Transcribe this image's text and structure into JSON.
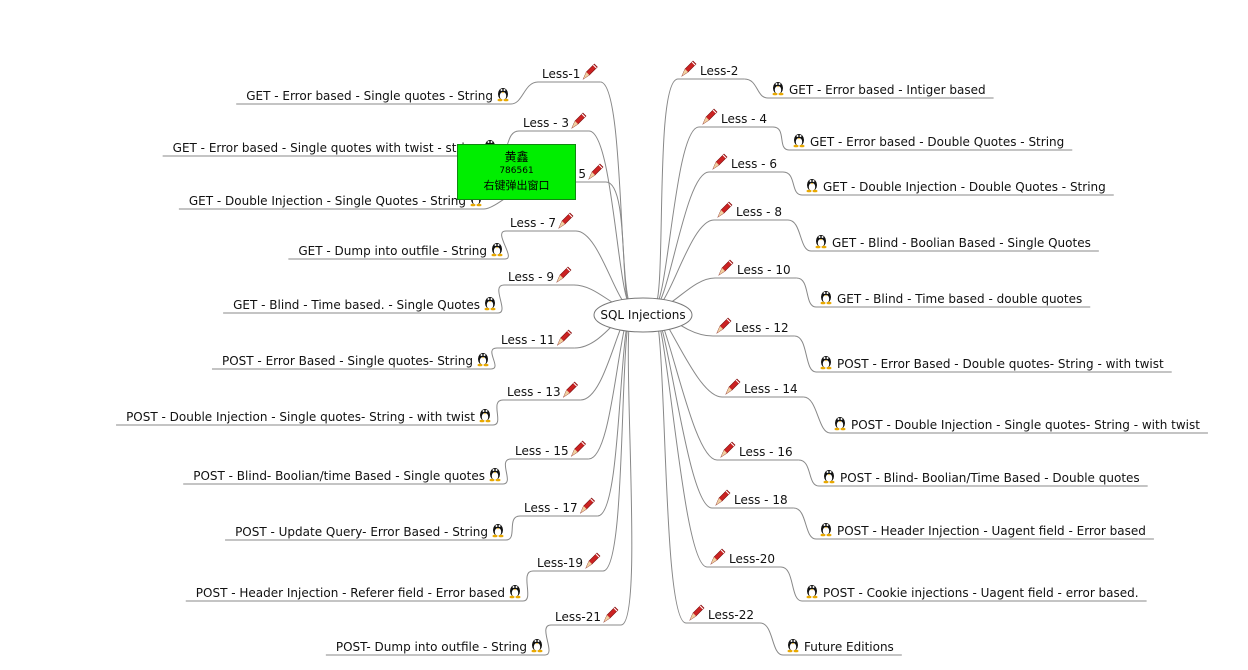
{
  "center": {
    "label": "SQL Injections"
  },
  "left_branches": [
    {
      "level": "Less-1",
      "topic": "GET - Error based - Single quotes - String"
    },
    {
      "level": "Less - 3",
      "topic": "GET - Error based - Single quotes with twist - string"
    },
    {
      "level": "Less - 5",
      "topic": "GET - Double Injection - Single Quotes - String"
    },
    {
      "level": "Less - 7",
      "topic": "GET - Dump into outfile - String"
    },
    {
      "level": "Less - 9",
      "topic": "GET - Blind - Time based. -  Single Quotes"
    },
    {
      "level": "Less - 11",
      "topic": "POST - Error Based - Single quotes- String"
    },
    {
      "level": "Less - 13",
      "topic": "POST - Double Injection - Single quotes- String - with twist"
    },
    {
      "level": "Less - 15",
      "topic": "POST - Blind- Boolian/time Based - Single quotes"
    },
    {
      "level": "Less - 17",
      "topic": "POST - Update Query- Error Based - String"
    },
    {
      "level": "Less-19",
      "topic": "POST - Header Injection - Referer field - Error based"
    },
    {
      "level": "Less-21",
      "topic": "POST- Dump into outfile - String"
    }
  ],
  "right_branches": [
    {
      "level": "Less-2",
      "topic": "GET - Error based - Intiger based"
    },
    {
      "level": "Less - 4",
      "topic": "GET - Error based - Double Quotes - String"
    },
    {
      "level": "Less - 6",
      "topic": "GET - Double Injection - Double Quotes - String"
    },
    {
      "level": "Less - 8",
      "topic": "GET - Blind - Boolian Based - Single Quotes"
    },
    {
      "level": "Less - 10",
      "topic": "GET - Blind - Time based - double quotes"
    },
    {
      "level": "Less - 12",
      "topic": "POST - Error Based - Double quotes- String - with twist"
    },
    {
      "level": "Less - 14",
      "topic": "POST - Double Injection - Single quotes- String - with twist"
    },
    {
      "level": "Less - 16",
      "topic": "POST - Blind- Boolian/Time Based - Double quotes"
    },
    {
      "level": "Less - 18",
      "topic": "POST - Header Injection - Uagent field - Error based"
    },
    {
      "level": "Less-20",
      "topic": "POST - Cookie injections - Uagent field - error based."
    },
    {
      "level": "Less-22",
      "topic": "Future Editions"
    }
  ],
  "popup": {
    "name": "黄鑫",
    "qq": "786561",
    "hint": "右键弹出窗口",
    "color": "#00ee00"
  },
  "icons": {
    "level": "pencil-icon",
    "topic": "linux-penguin-icon"
  },
  "colors": {
    "line": "#888888",
    "pencil": "#cc2222"
  }
}
